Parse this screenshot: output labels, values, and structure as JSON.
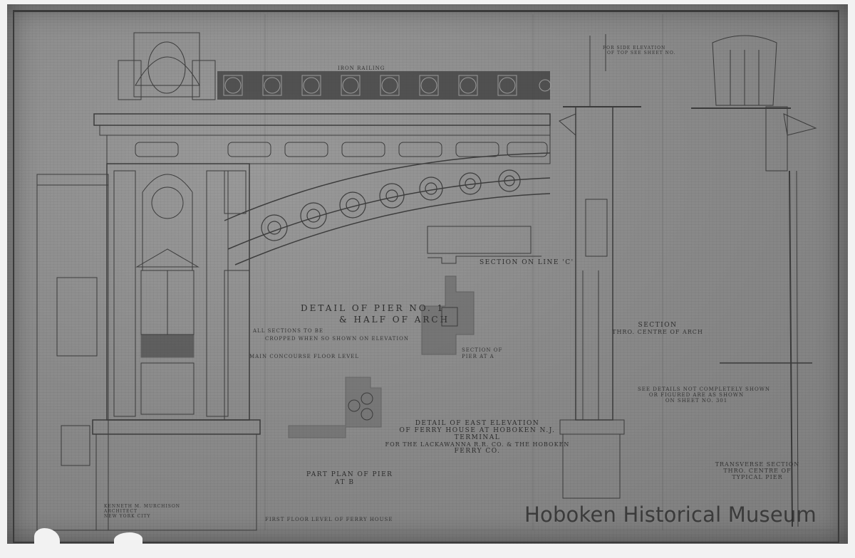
{
  "drawing": {
    "type": "architectural-elevation-blueprint",
    "colors": {
      "paper": "#8b8b8b",
      "ink": "#2c2c2c",
      "frame": "#3a3a3a",
      "margin": "#f2f2f2"
    },
    "railing_label": "Iron Railing",
    "titles": {
      "pier_detail": [
        "Detail of Pier No. 1",
        "& Half of Arch"
      ],
      "pier_note": [
        "All sections to be",
        "cropped when so shown on elevation"
      ],
      "floor_level_left": "Main Concourse Floor Level",
      "section_line_c": "Section on Line 'C'",
      "section_pier_a": [
        "Section of",
        "Pier at A"
      ],
      "part_plan": [
        "Part Plan of Pier",
        "at B"
      ],
      "east_elevation": [
        "Detail of East Elevation",
        "of Ferry House at Hoboken N.J.",
        "Terminal",
        "For the Lackawanna R.R. Co. & The Hoboken",
        "Ferry Co."
      ],
      "section_arch": [
        "Section",
        "Thro. Centre of Arch"
      ],
      "see_details": [
        "See details not completely shown",
        "or figured are as shown",
        "on sheet No. 301"
      ],
      "transverse_section": [
        "Transverse Section",
        "Thro. Centre of",
        "Typical Pier"
      ],
      "side_elevation_note": [
        "For side elevation",
        "of top see sheet No."
      ],
      "architect_block": [
        "Kenneth M. Murchison",
        "Architect",
        "New York City"
      ],
      "bottom_floor_level": "First Floor Level of Ferry House"
    },
    "watermark": "Hoboken Historical Museum"
  }
}
